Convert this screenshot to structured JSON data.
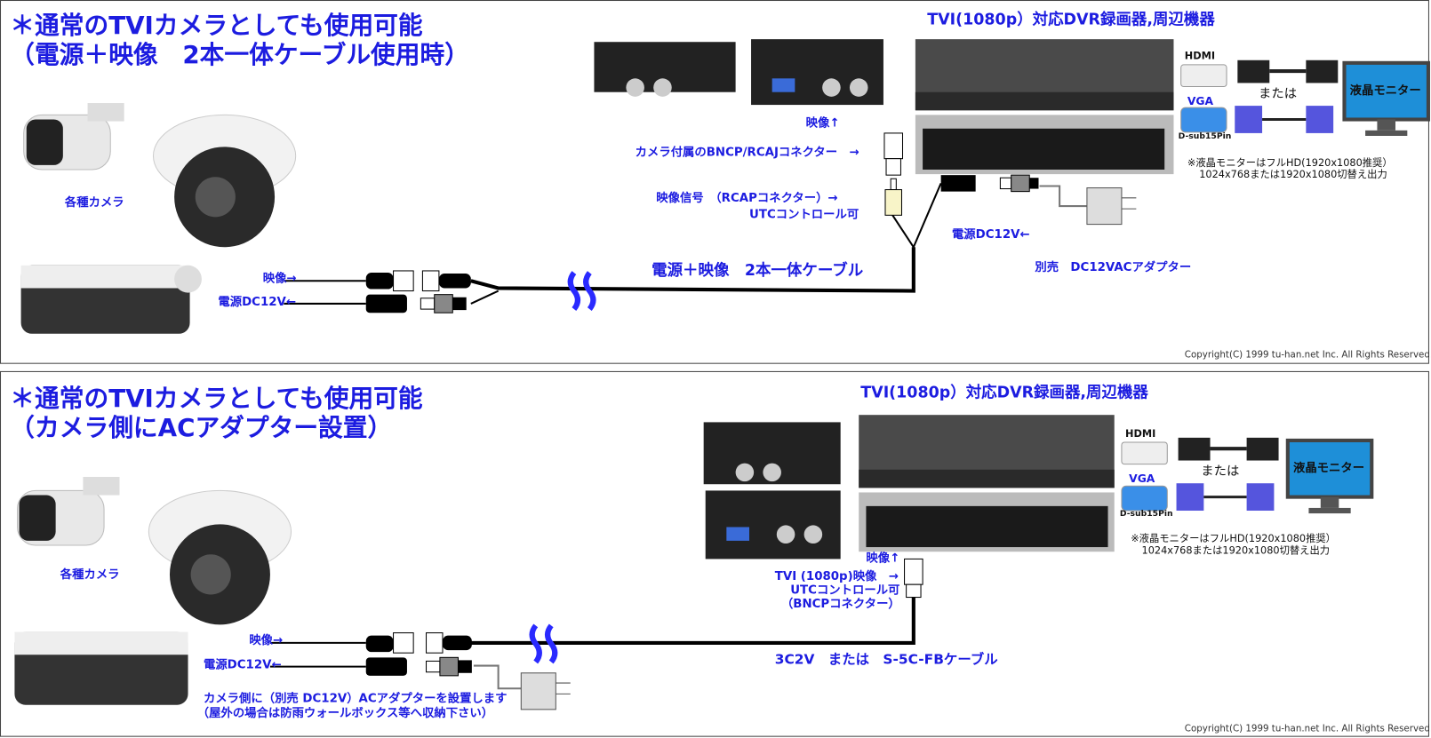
{
  "panel1": {
    "title_line1": "＊通常のTVIカメラとしても使用可能",
    "title_line2": "（電源＋映像　2本一体ケーブル使用時）",
    "dvr_title": "TVI(1080p）対応DVR録画器,周辺機器",
    "cameras_label": "各種カメラ",
    "video_label": "映像→",
    "power_label": "電源DC12V←",
    "cable_label": "電源＋映像　2本一体ケーブル",
    "video_up_label": "映像↑",
    "bnc_label": "カメラ付属のBNCP/RCAJコネクター　→",
    "rca_label_1": "映像信号　（RCAPコネクター）→",
    "rca_label_2": "UTCコントロール可",
    "dvr_power_label": "電源DC12V←",
    "adapter_label": "別売　DC12VACアダプター",
    "hdmi_label": "HDMI",
    "or_label": "または",
    "vga_label": "VGA",
    "dsub_label": "D-sub15Pin",
    "monitor_label": "液晶モニター",
    "note_1": "※液晶モニターはフルHD(1920x1080推奨）",
    "note_2": "1024x768または1920x1080切替え出力",
    "copyright": "Copyright(C) 1999 tu-han.net Inc. All Rights Reserved."
  },
  "panel2": {
    "title_line1": "＊通常のTVIカメラとしても使用可能",
    "title_line2": "（カメラ側にACアダプター設置）",
    "dvr_title": "TVI(1080p）対応DVR録画器,周辺機器",
    "cameras_label": "各種カメラ",
    "video_label": "映像→",
    "power_label": "電源DC12V←",
    "video_up_label": "映像↑",
    "tvi_label_1": "TVI (1080p)映像　→",
    "tvi_label_2": "UTCコントロール可",
    "tvi_label_3": "（BNCPコネクター）",
    "cable_label": "3C2V　または　S-5C-FBケーブル",
    "adapter_note_1": "カメラ側に（別売 DC12V）ACアダプターを設置します",
    "adapter_note_2": "（屋外の場合は防雨ウォールボックス等へ収納下さい）",
    "hdmi_label": "HDMI",
    "or_label": "または",
    "vga_label": "VGA",
    "dsub_label": "D-sub15Pin",
    "monitor_label": "液晶モニター",
    "note_1": "※液晶モニターはフルHD(1920x1080推奨）",
    "note_2": "1024x768または1920x1080切替え出力",
    "copyright": "Copyright(C) 1999 tu-han.net Inc. All Rights Reserved."
  },
  "colors": {
    "text": "#1c1ce0",
    "cable": "#000000",
    "wave": "#2a2aff",
    "monitor": "#1e8fd8"
  }
}
